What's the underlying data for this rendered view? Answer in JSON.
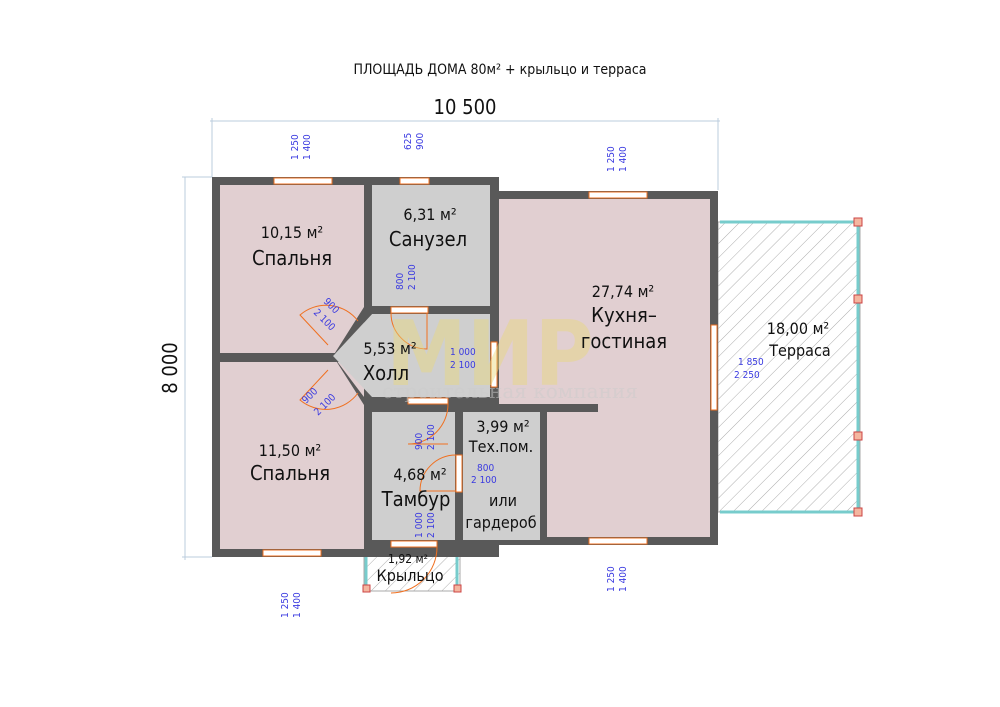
{
  "title": "ПЛОЩАДЬ ДОМА 80м² + крыльцо и терраса",
  "overall_dims": {
    "width": "10 500",
    "height": "8 000"
  },
  "watermark": {
    "logo": "МИР",
    "subtitle": "строительная компания"
  },
  "rooms": [
    {
      "area": "10,15 м²",
      "name": "Спальня"
    },
    {
      "area": "11,50 м²",
      "name": "Спальня"
    },
    {
      "area": "6,31 м²",
      "name": "Санузел"
    },
    {
      "area": "5,53 м²",
      "name": "Холл"
    },
    {
      "area": "4,68 м²",
      "name": "Тамбур"
    },
    {
      "area": "3,99 м²",
      "name": "Тех.пом.",
      "name2": "или",
      "name3": "гардероб"
    },
    {
      "area": "27,74 м²",
      "name": "Кухня–",
      "name2": "гостиная"
    },
    {
      "area": "18,00 м²",
      "name": "Терраса"
    },
    {
      "area": "1,92 м²",
      "name": "Крыльцо"
    }
  ],
  "openings": {
    "win_bed1": [
      "1 250",
      "1 400"
    ],
    "win_bath": [
      "625",
      "900"
    ],
    "win_kitchen_top": [
      "1 250",
      "1 400"
    ],
    "win_bed2": [
      "1 250",
      "1 400"
    ],
    "win_kitchen_bottom": [
      "1 250",
      "1 400"
    ],
    "door_bath": [
      "800",
      "2 100"
    ],
    "door_bed1": [
      "900",
      "2 100"
    ],
    "door_bed2": [
      "900",
      "2 100"
    ],
    "door_hall_kitchen": [
      "1 000",
      "2 100"
    ],
    "door_tambur_hall": [
      "900",
      "2 100"
    ],
    "door_tech": [
      "800",
      "2 100"
    ],
    "door_entry": [
      "1 000",
      "2 100"
    ],
    "door_terrace": [
      "1 850",
      "2 250"
    ]
  }
}
